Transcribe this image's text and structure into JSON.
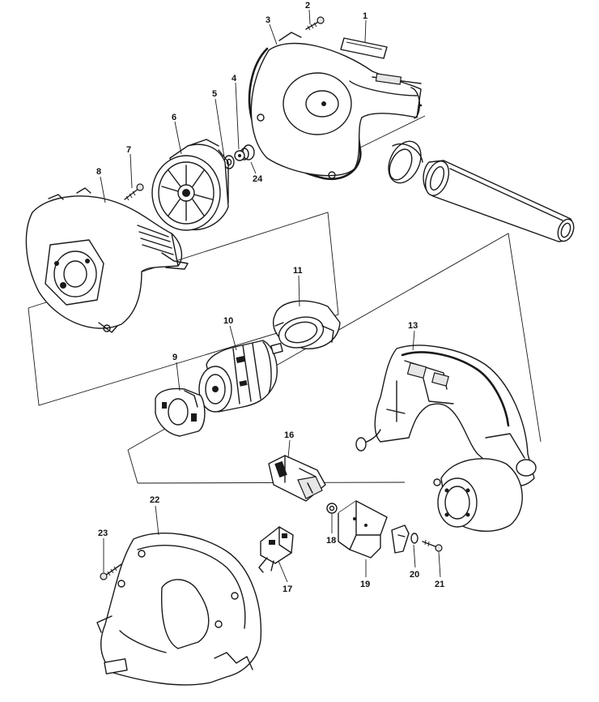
{
  "parts": [
    {
      "id": "label-1",
      "number": "1"
    },
    {
      "id": "label-2",
      "number": "2"
    },
    {
      "id": "label-3",
      "number": "3"
    },
    {
      "id": "label-4",
      "number": "4"
    },
    {
      "id": "label-5",
      "number": "5"
    },
    {
      "id": "label-6",
      "number": "6"
    },
    {
      "id": "label-7",
      "number": "7"
    },
    {
      "id": "label-8",
      "number": "8"
    },
    {
      "id": "label-9",
      "number": "9"
    },
    {
      "id": "label-10",
      "number": "10"
    },
    {
      "id": "label-11",
      "number": "11"
    },
    {
      "id": "label-13",
      "number": "13"
    },
    {
      "id": "label-16",
      "number": "16"
    },
    {
      "id": "label-17",
      "number": "17"
    },
    {
      "id": "label-18",
      "number": "18"
    },
    {
      "id": "label-19",
      "number": "19"
    },
    {
      "id": "label-20",
      "number": "20"
    },
    {
      "id": "label-21",
      "number": "21"
    },
    {
      "id": "label-22",
      "number": "22"
    },
    {
      "id": "label-23",
      "number": "23"
    },
    {
      "id": "label-24",
      "number": "24"
    }
  ]
}
